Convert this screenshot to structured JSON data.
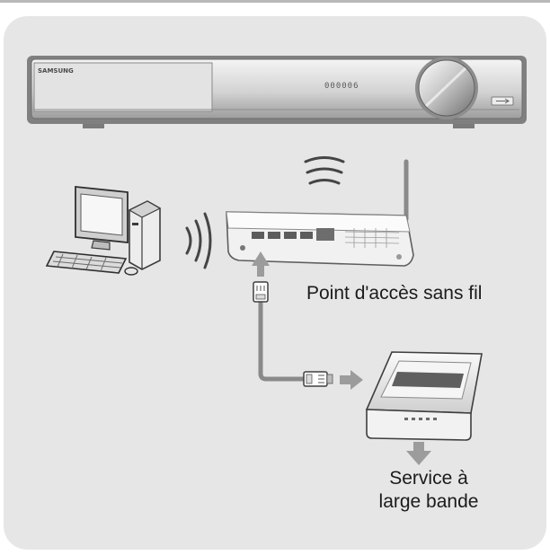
{
  "device": {
    "brand": "SAMSUNG",
    "display": "000006"
  },
  "access_point": {
    "label": "Point d'accès sans fil"
  },
  "broadband": {
    "line1": "Service à",
    "line2": "large bande"
  },
  "colors": {
    "panel_background": "#e6e6e6",
    "link_cable": "#8a8a8a",
    "arrow": "#9c9c9c",
    "label_text": "#1b1b1b"
  }
}
